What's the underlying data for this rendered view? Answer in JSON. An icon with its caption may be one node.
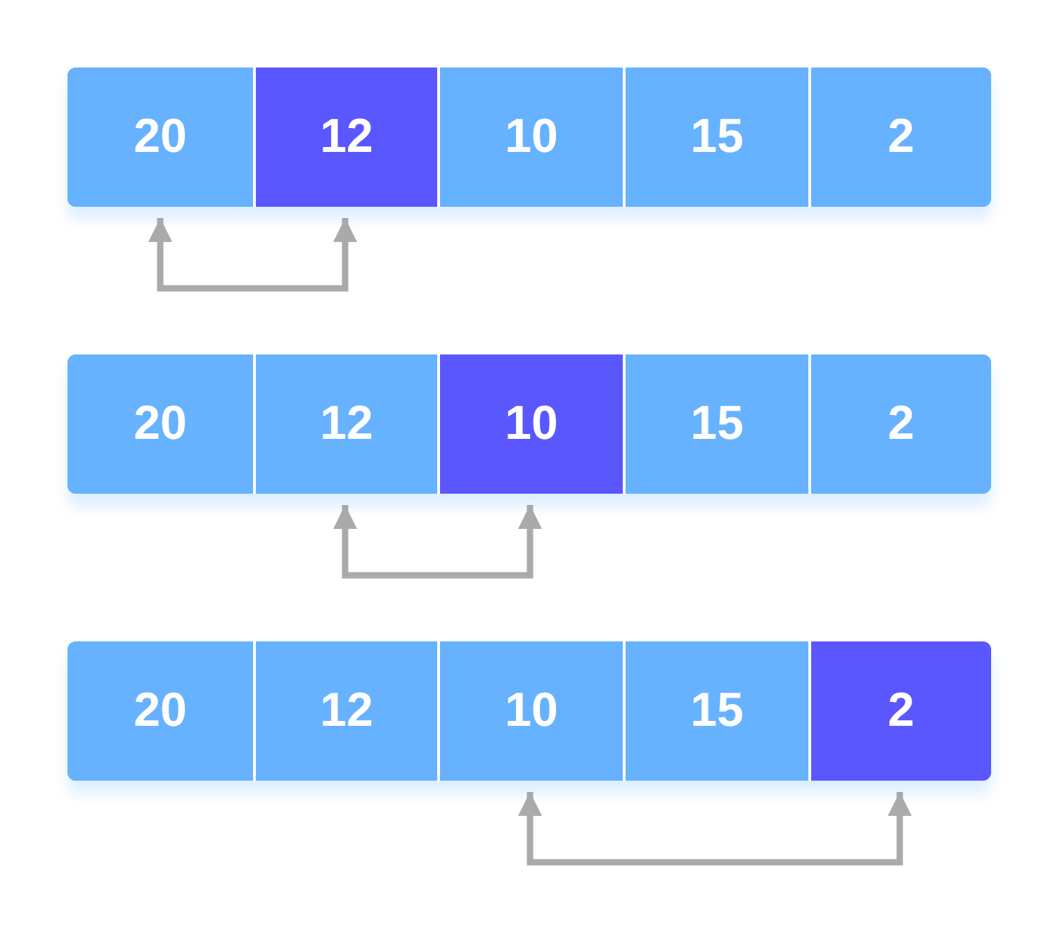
{
  "diagram": {
    "nodes": [
      {
        "text": [],
        "shape": "bar"
      },
      {
        "text": [
          "20"
        ],
        "in": 0
      },
      {
        "text": [
          "12"
        ],
        "in": 0
      },
      {
        "text": [
          "10"
        ],
        "in": 0
      },
      {
        "text": [
          "15"
        ],
        "in": 0
      },
      {
        "text": [
          "2"
        ],
        "in": 0
      },
      {
        "text": [],
        "shape": "bar"
      },
      {
        "text": [
          "20"
        ],
        "in": 6
      },
      {
        "text": [
          "12"
        ],
        "in": 6
      },
      {
        "text": [
          "10"
        ],
        "in": 6
      },
      {
        "text": [
          "15"
        ],
        "in": 6
      },
      {
        "text": [
          "2"
        ],
        "in": 6
      },
      {
        "text": [],
        "shape": "bar"
      },
      {
        "text": [
          "20"
        ],
        "in": 12
      },
      {
        "text": [
          "12"
        ],
        "in": 12
      },
      {
        "text": [
          "10"
        ],
        "in": 12
      },
      {
        "text": [
          "15"
        ],
        "in": 12
      },
      {
        "text": [
          "2"
        ],
        "in": 12
      }
    ],
    "edges": [
      {
        "from": 1,
        "to": 2,
        "arrow": "both"
      },
      {
        "from": 8,
        "to": 9,
        "arrow": "both"
      },
      {
        "from": 15,
        "to": 17,
        "arrow": "both"
      }
    ]
  }
}
